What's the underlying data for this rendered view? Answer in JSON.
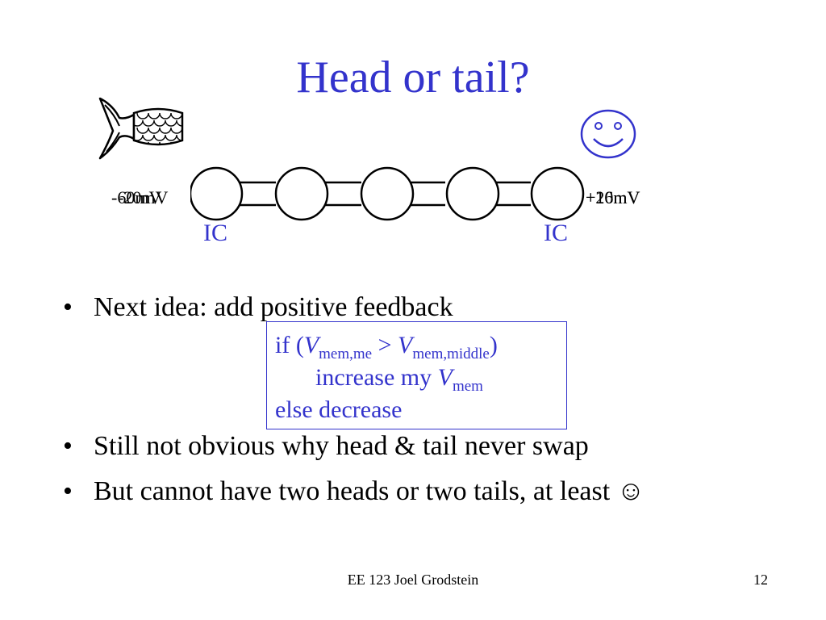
{
  "slide": {
    "title": "Head or tail?",
    "chain": {
      "left_labels": [
        "-60mV",
        "-20mV"
      ],
      "right_labels": [
        "+16mV",
        "+20mV"
      ],
      "ic_left": "IC",
      "ic_right": "IC"
    },
    "bullets": [
      "Next idea: add positive feedback",
      "Still not obvious why head & tail never swap",
      "But cannot have two heads or two tails, at least"
    ],
    "bullet_char": "•",
    "smiley_char": "☺",
    "code": {
      "if_open": "if (",
      "v1": "V",
      "v1_sub": "mem,me",
      "gt": " > ",
      "v2": "V",
      "v2_sub": "mem,middle",
      "close": ")",
      "increase": "increase my ",
      "v3": "V",
      "v3_sub": "mem",
      "else": "else decrease"
    },
    "footer": "EE 123 Joel Grodstein",
    "page_number": "12"
  },
  "colors": {
    "accent": "#3333cc",
    "text": "#000000"
  },
  "icons": {
    "fish": "fish-tail-icon",
    "smiley": "smiley-icon"
  }
}
